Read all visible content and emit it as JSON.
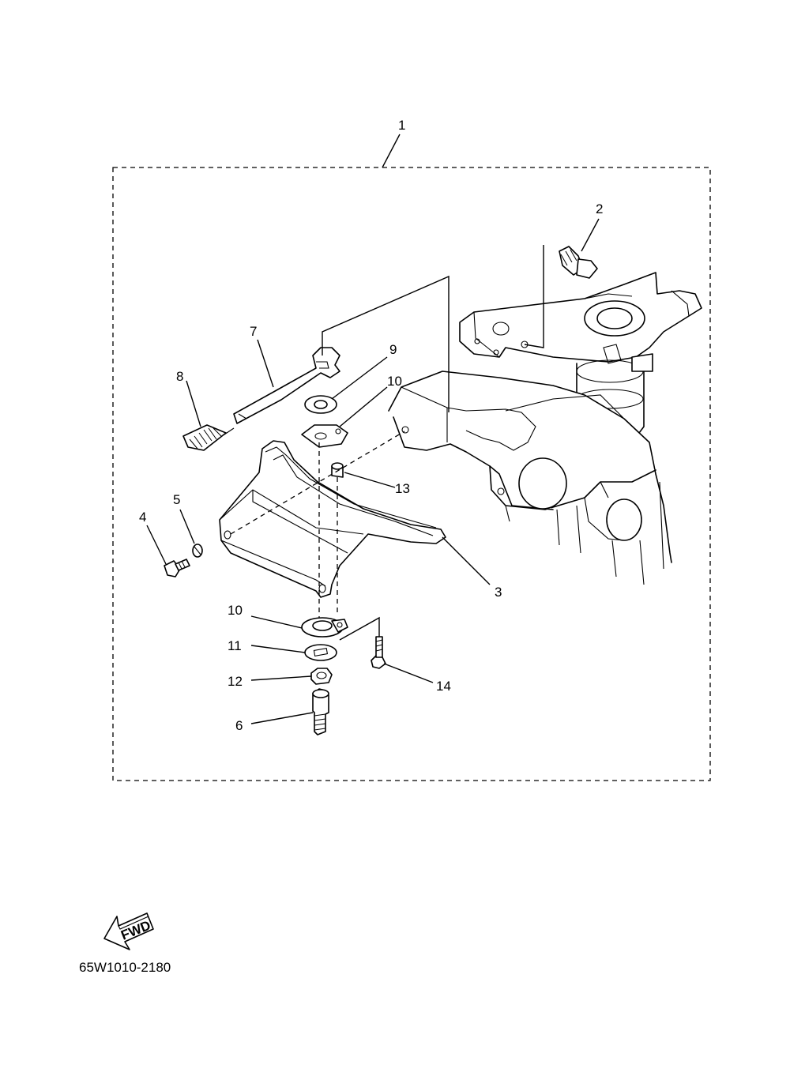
{
  "diagram": {
    "callouts": [
      {
        "id": "c1",
        "label": "1"
      },
      {
        "id": "c2",
        "label": "2"
      },
      {
        "id": "c3",
        "label": "3"
      },
      {
        "id": "c4",
        "label": "4"
      },
      {
        "id": "c5",
        "label": "5"
      },
      {
        "id": "c6",
        "label": "6"
      },
      {
        "id": "c7",
        "label": "7"
      },
      {
        "id": "c8",
        "label": "8"
      },
      {
        "id": "c9",
        "label": "9"
      },
      {
        "id": "c10a",
        "label": "10"
      },
      {
        "id": "c10b",
        "label": "10"
      },
      {
        "id": "c11",
        "label": "11"
      },
      {
        "id": "c12",
        "label": "12"
      },
      {
        "id": "c13",
        "label": "13"
      },
      {
        "id": "c14",
        "label": "14"
      }
    ],
    "fwd_label": "FWD",
    "drawing_code": "65W1010-2180"
  }
}
